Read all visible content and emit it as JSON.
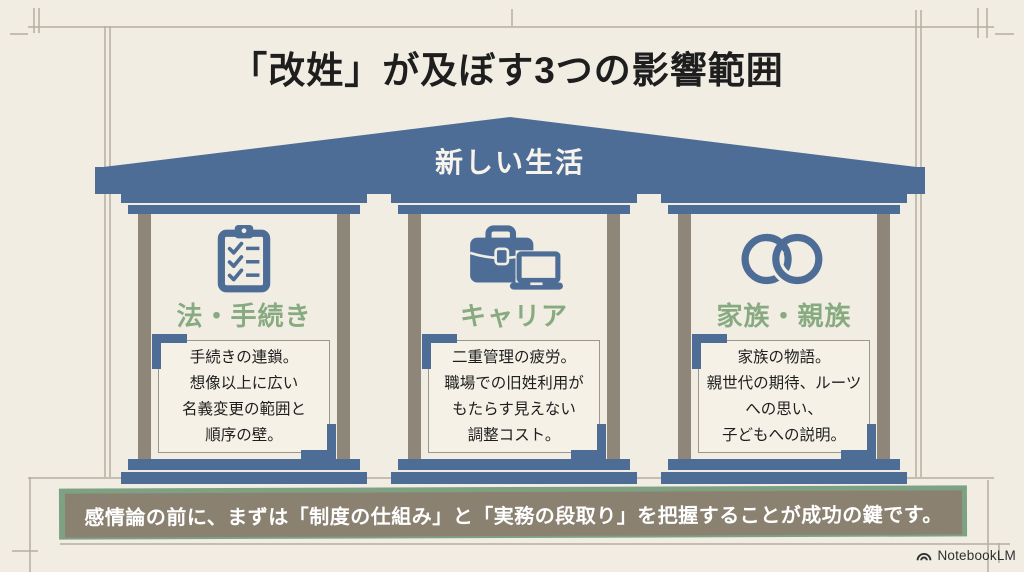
{
  "title": "「改姓」が及ぼす3つの影響範囲",
  "pediment": {
    "label": "新しい生活"
  },
  "columns": [
    {
      "icon": "checklist-clipboard-icon",
      "heading": "法・手続き",
      "lines": [
        "手続きの連鎖。",
        "想像以上に広い",
        "名義変更の範囲と",
        "順序の壁。"
      ]
    },
    {
      "icon": "briefcase-laptop-icon",
      "heading": "キャリア",
      "lines": [
        "二重管理の疲労。",
        "職場での旧姓利用が",
        "もたらす見えない",
        "調整コスト。"
      ]
    },
    {
      "icon": "interlocked-rings-icon",
      "heading": "家族・親族",
      "lines": [
        "家族の物語。",
        "親世代の期待、ルーツ",
        "への思い、",
        "子どもへの説明。"
      ]
    }
  ],
  "banner": {
    "text": "感情論の前に、まずは「制度の仕組み」と「実務の段取り」を把握することが成功の鍵です。"
  },
  "watermark": {
    "label": "NotebookLM"
  },
  "colors": {
    "background": "#f1ede3",
    "accent_blue": "#4e6d96",
    "pillar_taupe": "#8e8779",
    "heading_green": "#87aa80",
    "banner_green": "#7ea184",
    "banner_taupe": "#8a8171",
    "text_ink": "#1e1e1e"
  }
}
